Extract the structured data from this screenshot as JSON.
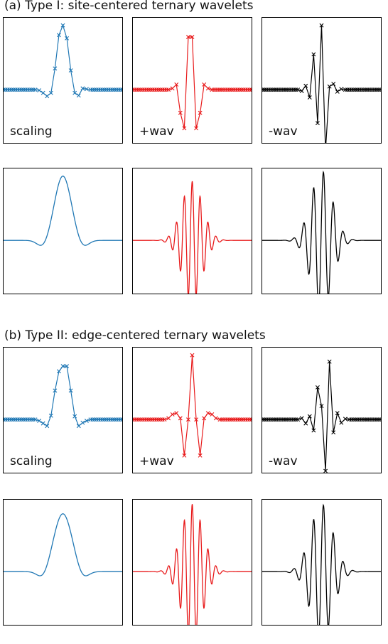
{
  "sections": [
    {
      "title": "(a) Type I: site-centered ternary wavelets"
    },
    {
      "title": "(b) Type II: edge-centered ternary wavelets"
    }
  ],
  "colors": {
    "scaling": "#1f77b4",
    "plus_wav": "#e8191a",
    "minus_wav": "#000000"
  },
  "chart_data": [
    {
      "section": 0,
      "row": "discrete",
      "type": "scatter",
      "label": "scaling",
      "color": "#1f77b4",
      "xlim": [
        -30,
        30
      ],
      "ylim": [
        -0.6,
        1.15
      ],
      "x": [
        -30,
        -28,
        -26,
        -24,
        -22,
        -20,
        -18,
        -16,
        -14,
        -12,
        -10,
        -8,
        -6,
        -4,
        -2,
        0,
        2,
        4,
        6,
        8,
        10,
        12,
        14,
        16,
        18,
        20,
        22,
        24,
        26,
        28,
        30
      ],
      "y": [
        0,
        0,
        0,
        0,
        0,
        0,
        0,
        0,
        0,
        -0.01,
        -0.05,
        -0.1,
        -0.05,
        0.33,
        0.85,
        1.0,
        0.8,
        0.3,
        -0.05,
        -0.09,
        0.02,
        0.01,
        0,
        0,
        0,
        0,
        0,
        0,
        0,
        0,
        0
      ]
    },
    {
      "section": 0,
      "row": "discrete",
      "type": "scatter",
      "label": "+wav",
      "color": "#e8191a",
      "xlim": [
        -30,
        30
      ],
      "ylim": [
        -0.6,
        1.15
      ],
      "x": [
        -30,
        -28,
        -26,
        -24,
        -22,
        -20,
        -18,
        -16,
        -14,
        -12,
        -10,
        -8,
        -6,
        -4,
        -2,
        0,
        2,
        4,
        6,
        8,
        10,
        12,
        14,
        16,
        18,
        20,
        22,
        24,
        26,
        28,
        30
      ],
      "y": [
        0,
        0,
        0,
        0,
        0,
        0,
        0,
        0,
        0,
        0,
        0.02,
        0.08,
        -0.36,
        -0.6,
        0.82,
        0.82,
        -0.6,
        -0.36,
        0.08,
        0.02,
        0,
        0,
        0,
        0,
        0,
        0,
        0,
        0,
        0,
        0,
        0
      ]
    },
    {
      "section": 0,
      "row": "discrete",
      "type": "scatter",
      "label": "-wav",
      "color": "#000000",
      "xlim": [
        -30,
        30
      ],
      "ylim": [
        -0.6,
        1.15
      ],
      "x": [
        -30,
        -28,
        -26,
        -24,
        -22,
        -20,
        -18,
        -16,
        -14,
        -12,
        -10,
        -8,
        -6,
        -4,
        -2,
        0,
        2,
        4,
        6,
        8,
        10,
        12,
        14,
        16,
        18,
        20,
        22,
        24,
        26,
        28,
        30
      ],
      "y": [
        0,
        0,
        0,
        0,
        0,
        0,
        0,
        0,
        0,
        0,
        -0.02,
        0.06,
        -0.12,
        0.55,
        -0.52,
        1.0,
        -0.95,
        0.05,
        0.09,
        -0.03,
        0.01,
        0,
        0,
        0,
        0,
        0,
        0,
        0,
        0,
        0,
        0
      ]
    },
    {
      "section": 0,
      "row": "continuous",
      "type": "line",
      "label": "",
      "color": "#1f77b4",
      "xlim": [
        -30,
        30
      ],
      "ylim": [
        -0.6,
        1.15
      ],
      "components": [
        {
          "a": 1.0,
          "s": 4.2,
          "f": 0,
          "ph": 0
        },
        {
          "a": -0.115,
          "s": 2.8,
          "f": 0,
          "ph": 0,
          "c": -10
        },
        {
          "a": -0.115,
          "s": 2.8,
          "f": 0,
          "ph": 0,
          "c": 10
        }
      ]
    },
    {
      "section": 0,
      "row": "continuous",
      "type": "line",
      "label": "",
      "color": "#e8191a",
      "xlim": [
        -30,
        30
      ],
      "ylim": [
        -0.6,
        1.15
      ],
      "components": [
        {
          "a": 0.92,
          "s": 5.2,
          "f": 0.25,
          "ph": 0
        }
      ]
    },
    {
      "section": 0,
      "row": "continuous",
      "type": "line",
      "label": "",
      "color": "#000000",
      "xlim": [
        -30,
        30
      ],
      "ylim": [
        -0.6,
        1.15
      ],
      "components": [
        {
          "a": 1.08,
          "s": 5.4,
          "f": 0.2,
          "ph": -1.2,
          "c": 0
        }
      ]
    },
    {
      "section": 1,
      "row": "discrete",
      "type": "scatter",
      "label": "scaling",
      "color": "#1f77b4",
      "xlim": [
        -30,
        30
      ],
      "ylim": [
        -0.6,
        1.15
      ],
      "x": [
        -30,
        -28,
        -26,
        -24,
        -22,
        -20,
        -18,
        -16,
        -14,
        -12,
        -10,
        -8,
        -6,
        -4,
        -2,
        0,
        2,
        4,
        6,
        8,
        10,
        12,
        14,
        16,
        18,
        20,
        22,
        24,
        26,
        28,
        30
      ],
      "y": [
        0,
        0,
        0,
        0,
        0,
        0,
        0,
        0,
        0,
        -0.02,
        -0.06,
        -0.1,
        0.06,
        0.45,
        0.75,
        0.83,
        0.83,
        0.45,
        0.05,
        -0.1,
        -0.05,
        -0.02,
        0,
        0,
        0,
        0,
        0,
        0,
        0,
        0,
        0
      ]
    },
    {
      "section": 1,
      "row": "discrete",
      "type": "scatter",
      "label": "+wav",
      "color": "#e8191a",
      "xlim": [
        -30,
        30
      ],
      "ylim": [
        -0.6,
        1.15
      ],
      "x": [
        -30,
        -28,
        -26,
        -24,
        -22,
        -20,
        -18,
        -16,
        -14,
        -12,
        -10,
        -8,
        -6,
        -4,
        -2,
        0,
        2,
        4,
        6,
        8,
        10,
        12,
        14,
        16,
        18,
        20,
        22,
        24,
        26,
        28,
        30
      ],
      "y": [
        0,
        0,
        0,
        0,
        0,
        0,
        0,
        0,
        0,
        0.02,
        0.08,
        0.1,
        0.02,
        -0.56,
        0,
        1.0,
        0,
        -0.56,
        0.02,
        0.1,
        0.08,
        0.02,
        0,
        0,
        0,
        0,
        0,
        0,
        0,
        0,
        0
      ]
    },
    {
      "section": 1,
      "row": "discrete",
      "type": "scatter",
      "label": "-wav",
      "color": "#000000",
      "xlim": [
        -30,
        30
      ],
      "ylim": [
        -0.6,
        1.15
      ],
      "x": [
        -30,
        -28,
        -26,
        -24,
        -22,
        -20,
        -18,
        -16,
        -14,
        -12,
        -10,
        -8,
        -6,
        -4,
        -2,
        0,
        2,
        4,
        6,
        8,
        10,
        12,
        14,
        16,
        18,
        20,
        22,
        24,
        26,
        28,
        30
      ],
      "y": [
        0,
        0,
        0,
        0,
        0,
        0,
        0,
        0,
        0,
        0,
        0.02,
        -0.06,
        0.05,
        -0.17,
        0.5,
        0.21,
        -0.8,
        0.9,
        -0.2,
        0.1,
        -0.05,
        0.01,
        0,
        0,
        0,
        0,
        0,
        0,
        0,
        0,
        0
      ]
    },
    {
      "section": 1,
      "row": "continuous",
      "type": "line",
      "label": "",
      "color": "#1f77b4",
      "xlim": [
        -30,
        30
      ],
      "ylim": [
        -0.6,
        1.15
      ],
      "components": [
        {
          "a": 0.9,
          "s": 4.6,
          "f": 0,
          "ph": 0
        },
        {
          "a": -0.12,
          "s": 2.8,
          "f": 0,
          "ph": 0,
          "c": -10
        },
        {
          "a": -0.12,
          "s": 2.8,
          "f": 0,
          "ph": 0,
          "c": 10
        }
      ]
    },
    {
      "section": 1,
      "row": "continuous",
      "type": "line",
      "label": "",
      "color": "#e8191a",
      "xlim": [
        -30,
        30
      ],
      "ylim": [
        -0.6,
        1.15
      ],
      "components": [
        {
          "a": 1.05,
          "s": 5.4,
          "f": 0.25,
          "ph": 0
        }
      ]
    },
    {
      "section": 1,
      "row": "continuous",
      "type": "line",
      "label": "",
      "color": "#000000",
      "xlim": [
        -30,
        30
      ],
      "ylim": [
        -0.6,
        1.15
      ],
      "components": [
        {
          "a": 1.05,
          "s": 5.6,
          "f": 0.2,
          "ph": -1.2,
          "c": 0
        }
      ]
    }
  ]
}
